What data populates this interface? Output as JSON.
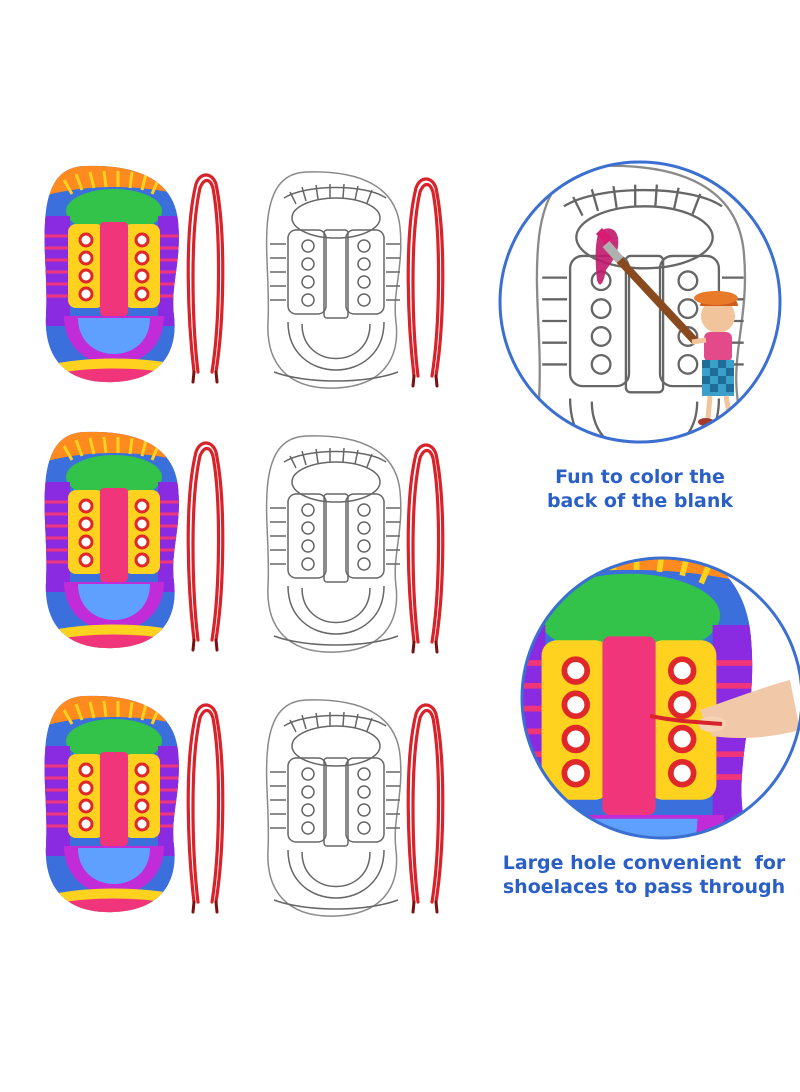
{
  "captions": {
    "coloring": {
      "line1": "Fun to color the",
      "line2": "back of the blank"
    },
    "holes": {
      "line1": "Large hole convenient  for",
      "line2": "shoelaces to pass through"
    }
  },
  "colors": {
    "caption_text": "#2a5fc7",
    "lace_red": "#d9232a",
    "circle_border": "#3b6fd1",
    "shoe_blue": "#3a6fdc",
    "shoe_purple": "#8a2be2",
    "shoe_pink": "#f0357a",
    "shoe_yellow": "#ffd21f",
    "shoe_green": "#33c24a",
    "shoe_orange": "#ff8a1f",
    "blank_outline": "#666666"
  },
  "icons": [
    "colored-shoe-card",
    "blank-shoe-card",
    "red-shoelace",
    "paintbrush",
    "child-painter",
    "hand-pulling-lace"
  ]
}
